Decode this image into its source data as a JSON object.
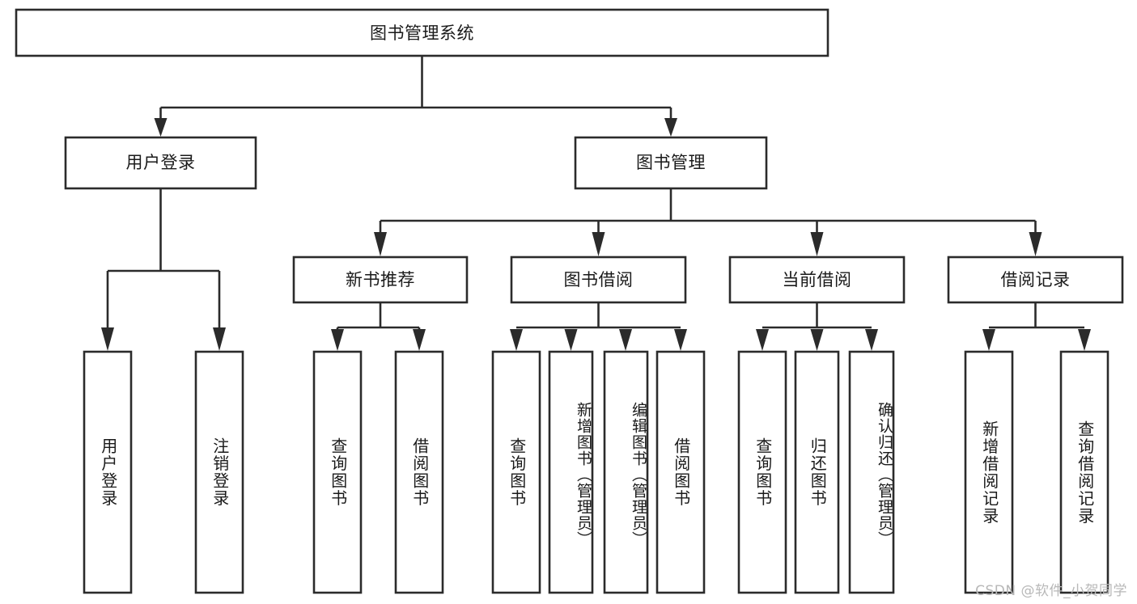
{
  "diagram": {
    "title": "图书管理系统",
    "type": "tree-hierarchy",
    "root": {
      "id": "root",
      "label": "图书管理系统",
      "orientation": "horizontal"
    },
    "level2": [
      {
        "id": "user-login",
        "label": "用户登录",
        "orientation": "horizontal"
      },
      {
        "id": "book-manage",
        "label": "图书管理",
        "orientation": "horizontal"
      }
    ],
    "level3": [
      {
        "id": "new-book-recommend",
        "label": "新书推荐",
        "parent": "book-manage",
        "orientation": "horizontal"
      },
      {
        "id": "book-borrow",
        "label": "图书借阅",
        "parent": "book-manage",
        "orientation": "horizontal"
      },
      {
        "id": "current-borrow",
        "label": "当前借阅",
        "parent": "book-manage",
        "orientation": "horizontal"
      },
      {
        "id": "borrow-record",
        "label": "借阅记录",
        "parent": "book-manage",
        "orientation": "horizontal"
      }
    ],
    "leaves": [
      {
        "id": "leaf-user-login",
        "label": "用户登录",
        "parent": "user-login",
        "orientation": "vertical"
      },
      {
        "id": "leaf-logout",
        "label": "注销登录",
        "parent": "user-login",
        "orientation": "vertical"
      },
      {
        "id": "leaf-query-book-1",
        "label": "查询图书",
        "parent": "new-book-recommend",
        "orientation": "vertical"
      },
      {
        "id": "leaf-borrow-book-1",
        "label": "借阅图书",
        "parent": "new-book-recommend",
        "orientation": "vertical"
      },
      {
        "id": "leaf-query-book-2",
        "label": "查询图书",
        "parent": "book-borrow",
        "orientation": "vertical"
      },
      {
        "id": "leaf-add-book",
        "label": "新增图书（管理员）",
        "parent": "book-borrow",
        "orientation": "vertical"
      },
      {
        "id": "leaf-edit-book",
        "label": "编辑图书（管理员）",
        "parent": "book-borrow",
        "orientation": "vertical"
      },
      {
        "id": "leaf-borrow-book-2",
        "label": "借阅图书",
        "parent": "book-borrow",
        "orientation": "vertical"
      },
      {
        "id": "leaf-query-book-3",
        "label": "查询图书",
        "parent": "current-borrow",
        "orientation": "vertical"
      },
      {
        "id": "leaf-return-book",
        "label": "归还图书",
        "parent": "current-borrow",
        "orientation": "vertical"
      },
      {
        "id": "leaf-confirm-return",
        "label": "确认归还（管理员）",
        "parent": "current-borrow",
        "orientation": "vertical"
      },
      {
        "id": "leaf-add-record",
        "label": "新增借阅记录",
        "parent": "borrow-record",
        "orientation": "vertical"
      },
      {
        "id": "leaf-query-record",
        "label": "查询借阅记录",
        "parent": "borrow-record",
        "orientation": "vertical"
      }
    ],
    "colors": {
      "box_stroke": "#2b2b2b",
      "box_fill": "#ffffff",
      "text": "#1a1a1a",
      "connector": "#2b2b2b",
      "watermark": "#b8b8b8",
      "canvas": "#ffffff"
    }
  },
  "watermark": {
    "text": "CSDN @软件_小贺同学"
  }
}
